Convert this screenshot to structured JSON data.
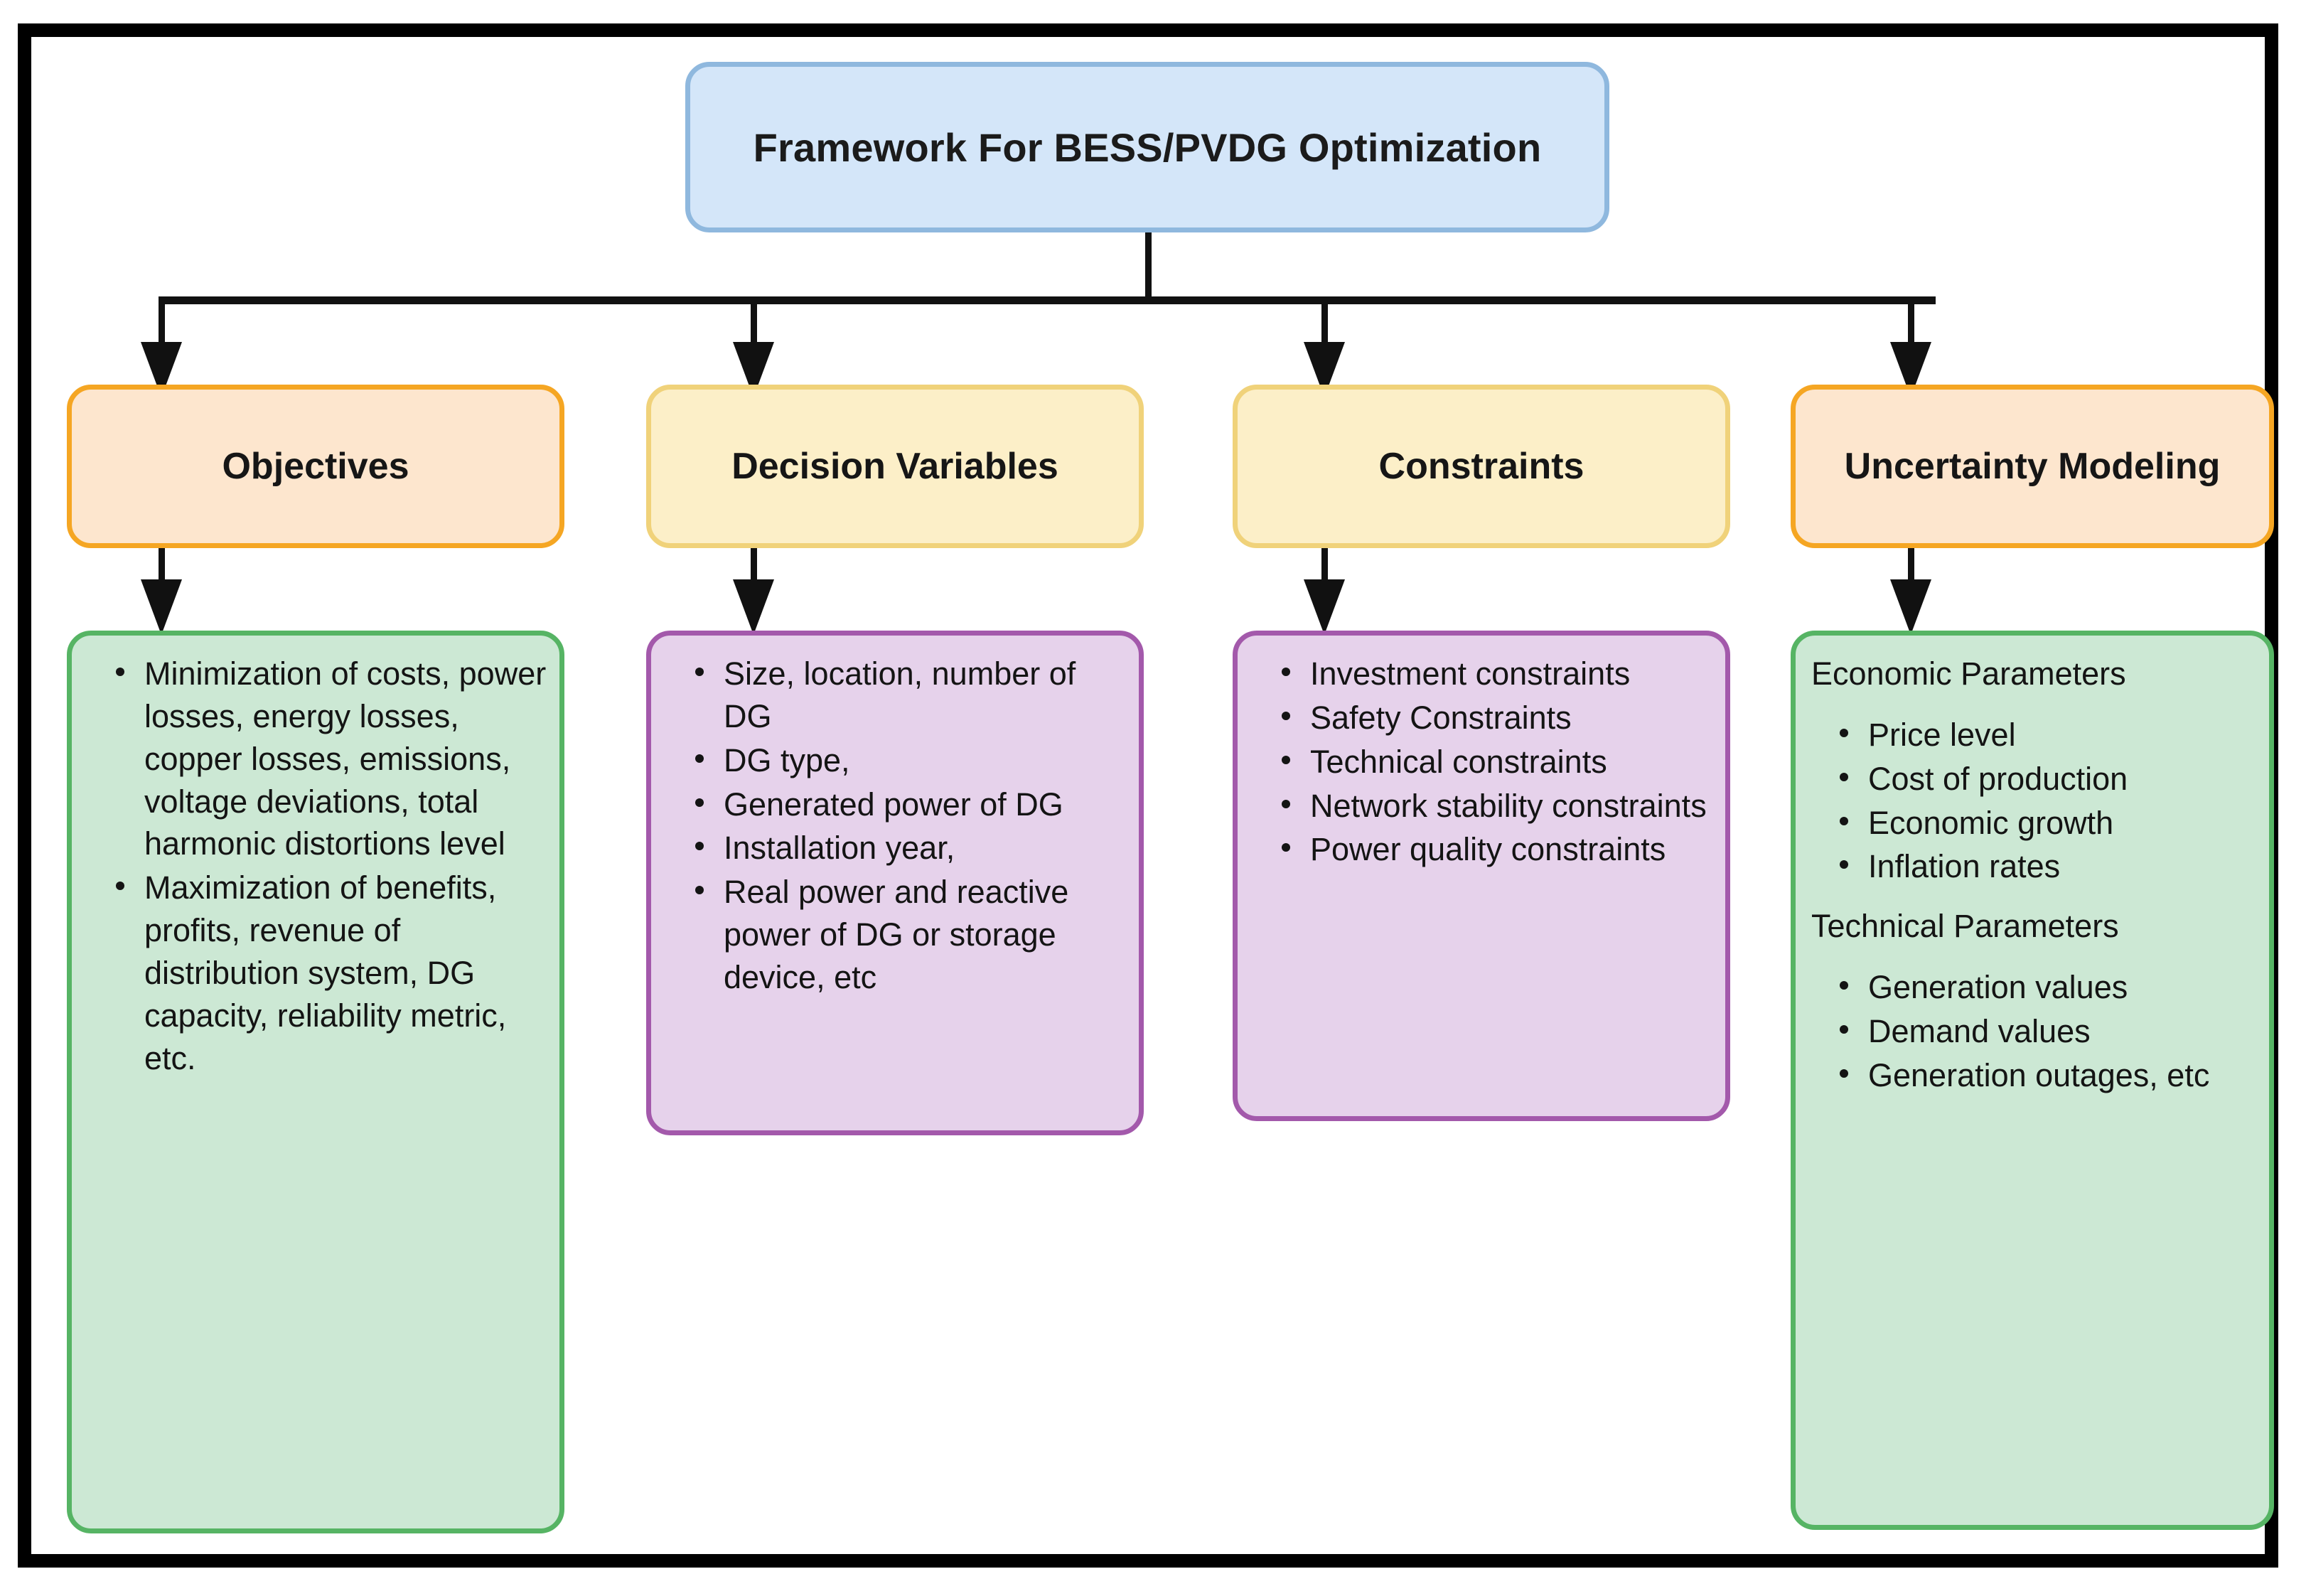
{
  "diagram": {
    "title_node": {
      "label": "Framework For BESS/PVDG Optimization",
      "fill": "#d4e6f9",
      "stroke": "#8fb8de"
    },
    "categories": [
      {
        "label": "Objectives",
        "fill": "#fde6ce",
        "stroke": "#f5a623"
      },
      {
        "label": "Decision Variables",
        "fill": "#fcefc8",
        "stroke": "#f0d27a"
      },
      {
        "label": "Constraints",
        "fill": "#fcefc8",
        "stroke": "#f0d27a"
      },
      {
        "label": "Uncertainty Modeling",
        "fill": "#fde6ce",
        "stroke": "#f5a623"
      }
    ],
    "details": [
      {
        "of": "Objectives",
        "fill": "#cce8d4",
        "stroke": "#56b464",
        "bullets": [
          "Minimization of costs, power losses, energy losses, copper losses, emissions, voltage deviations, total harmonic distortions level",
          "Maximization of benefits, profits, revenue of distribution system, DG capacity, reliability metric, etc."
        ]
      },
      {
        "of": "Decision Variables",
        "fill": "#e6d2eb",
        "stroke": "#a359ab",
        "bullets": [
          "Size, location, number of DG",
          "DG type,",
          "Generated power of DG",
          "Installation year,",
          "Real power and reactive power of DG or storage device, etc"
        ]
      },
      {
        "of": "Constraints",
        "fill": "#e6d2eb",
        "stroke": "#a359ab",
        "bullets": [
          "Investment constraints",
          "Safety Constraints",
          "Technical constraints",
          "Network stability constraints",
          "Power quality constraints"
        ]
      },
      {
        "of": "Uncertainty Modeling",
        "fill": "#cce8d4",
        "stroke": "#56b464",
        "group_a_heading": "Economic Parameters",
        "group_a_bullets": [
          "Price level",
          "Cost of production",
          "Economic growth",
          "Inflation rates"
        ],
        "group_b_heading": "Technical Parameters",
        "group_b_bullets": [
          "Generation values",
          "Demand values",
          "Generation outages, etc"
        ]
      }
    ],
    "frame_color": "#000000",
    "connector_color": "#111111"
  }
}
